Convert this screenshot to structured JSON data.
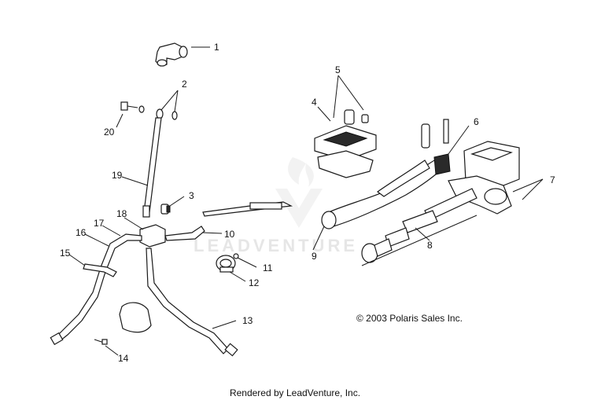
{
  "callouts": {
    "c1": "1",
    "c2": "2",
    "c3": "3",
    "c4": "4",
    "c5": "5",
    "c6": "6",
    "c7": "7",
    "c8": "8",
    "c9": "9",
    "c10": "10",
    "c11": "11",
    "c12": "12",
    "c13": "13",
    "c14": "14",
    "c15": "15",
    "c16": "16",
    "c17": "17",
    "c18": "18",
    "c19": "19",
    "c20": "20"
  },
  "copyright": "© 2003 Polaris Sales Inc.",
  "footer": "Rendered by LeadVenture, Inc.",
  "watermark": "LEADVENTURE"
}
